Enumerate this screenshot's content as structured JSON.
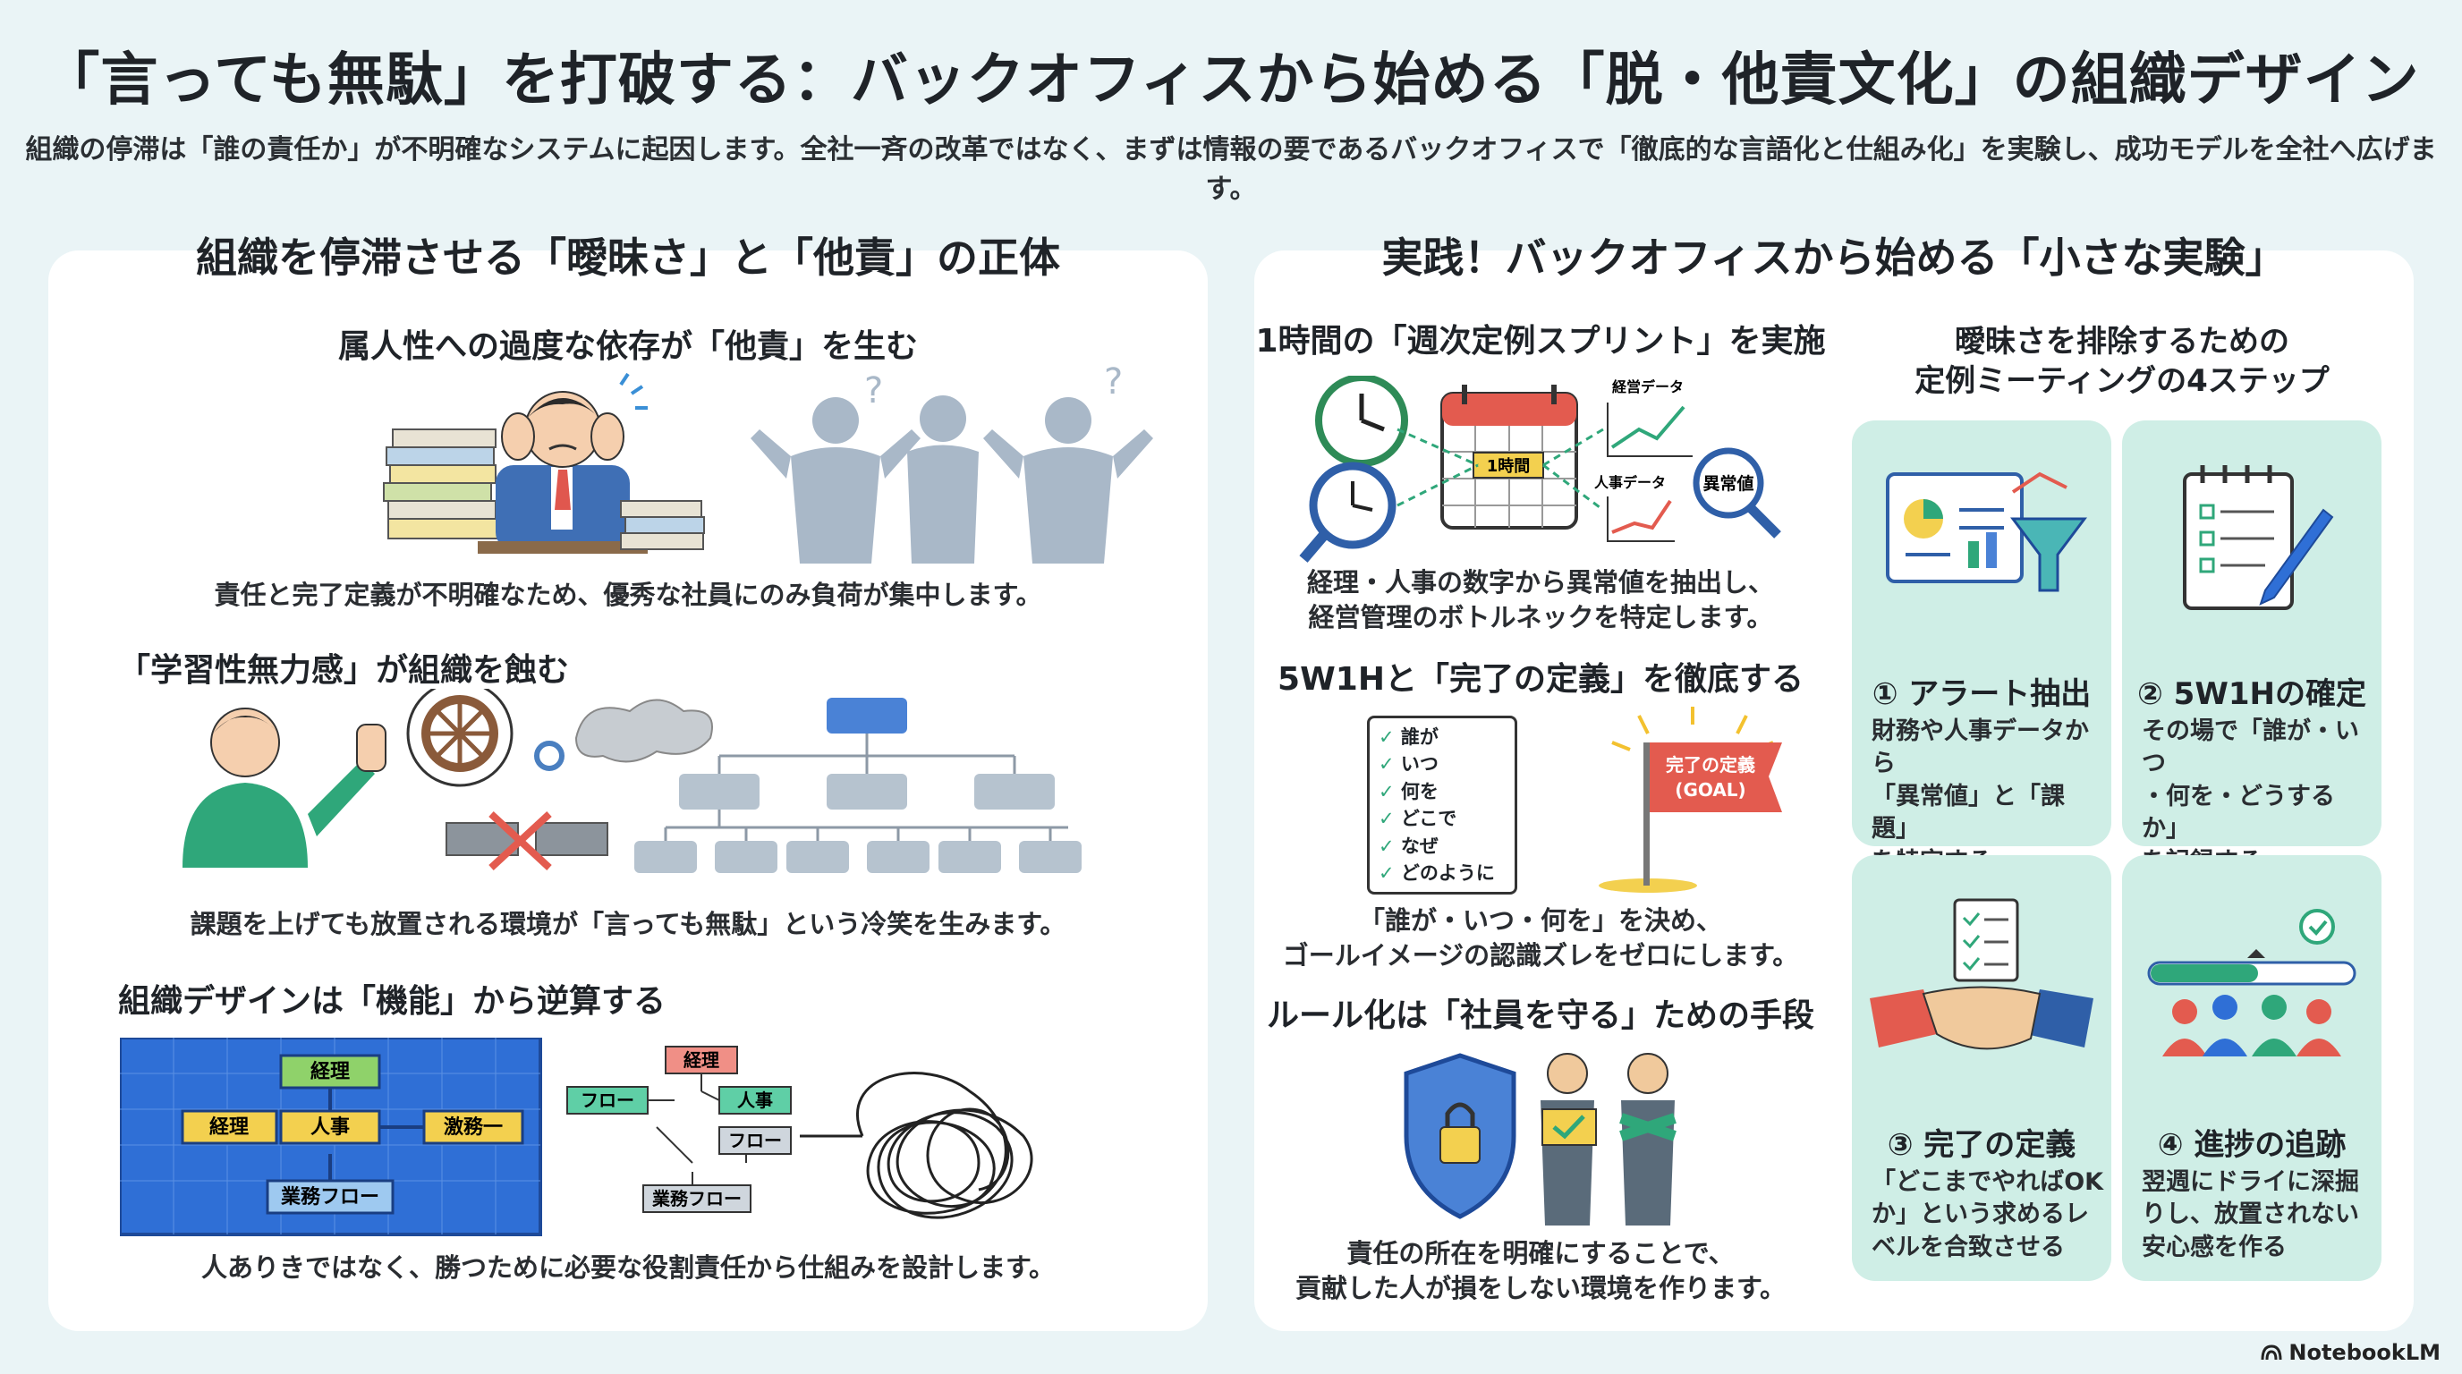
{
  "title": "「言っても無駄」を打破する：バックオフィスから始める「脱・他責文化」の組織デザイン",
  "subtitle": "組織の停滞は「誰の責任か」が不明確なシステムに起因します。全社一斉の改革ではなく、まずは情報の要であるバックオフィスで「徹底的な言語化と仕組み化」を実験し、成功モデルを全社へ広げます。",
  "left": {
    "title": "組織を停滞させる「曖昧さ」と「他責」の正体",
    "sections": [
      {
        "title": "属人性への過度な依存が「他責」を生む",
        "caption": "責任と完了定義が不明確なため、優秀な社員にのみ負荷が集中します。"
      },
      {
        "title": "「学習性無力感」が組織を蝕む",
        "caption": "課題を上げても放置される環境が「言っても無駄」という冷笑を生みます。"
      },
      {
        "title": "組織デザインは「機能」から逆算する",
        "caption": "人ありきではなく、勝つために必要な役割責任から仕組みを設計します。"
      }
    ],
    "diagram_labels": {
      "blueprint_top": "経理",
      "blueprint_left": "経理",
      "blueprint_center": "人事",
      "blueprint_right": "激務一",
      "blueprint_bottom": "業務フロー",
      "messy_top": "経理",
      "messy_left": "フロー",
      "messy_right": "人事",
      "messy_mid": "フロー",
      "messy_bottom": "業務フロー"
    }
  },
  "right": {
    "title": "実践！バックオフィスから始める「小さな実験」",
    "sections": [
      {
        "title": "1時間の「週次定例スプリント」を実施",
        "caption": "経理・人事の数字から異常値を抽出し、\n経営管理のボトルネックを特定します。"
      },
      {
        "title": "5W1Hと「完了の定義」を徹底する",
        "caption": "「誰が・いつ・何を」を決め、\nゴールイメージの認識ズレをゼロにします。"
      },
      {
        "title": "ルール化は「社員を守る」ための手段",
        "caption": "責任の所在を明確にすることで、\n貢献した人が損をしない環境を作ります。"
      }
    ],
    "sprint_labels": {
      "calendar": "1時間",
      "chart1": "経営データ",
      "chart2": "人事データ",
      "anomaly": "異常値"
    },
    "checklist": [
      "誰が",
      "いつ",
      "何を",
      "どこで",
      "なぜ",
      "どのように"
    ],
    "flag": {
      "line1": "完了の定義",
      "line2": "(GOAL)"
    },
    "steps_title": "曖昧さを排除するための\n定例ミーティングの4ステップ",
    "steps": [
      {
        "num": "① アラート抽出",
        "desc": "財務や人事データから\n「異常値」と「課題」\nを特定する"
      },
      {
        "num": "② 5W1Hの確定",
        "desc": "その場で「誰が・いつ\n・何を・どうするか」\nを記録する"
      },
      {
        "num": "③ 完了の定義",
        "desc": "「どこまでやればOK\nか」という求めるレ\nベルを合致させる"
      },
      {
        "num": "④ 進捗の追跡",
        "desc": "翌週にドライに深掘\nりし、放置されない\n安心感を作る"
      }
    ]
  },
  "brand": "NotebookLM",
  "colors": {
    "background": "#eaf4f6",
    "panel": "#ffffff",
    "step": "#cfeee6",
    "accent_blue": "#2f6fd6",
    "accent_red": "#e35b4f"
  }
}
